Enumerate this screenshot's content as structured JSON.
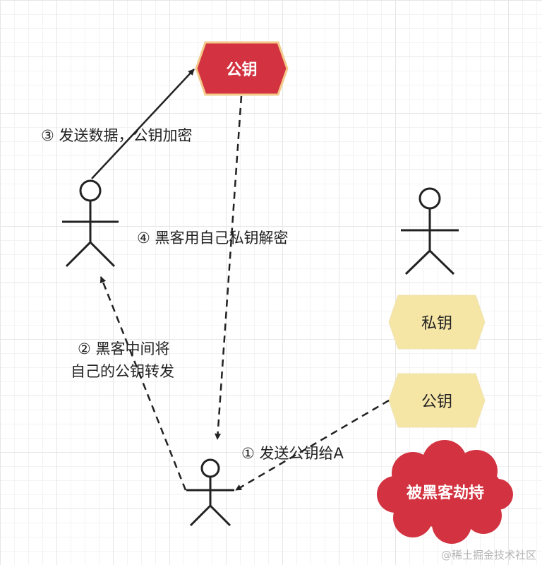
{
  "public_key_top": "公钥",
  "private_key": "私钥",
  "public_key_bottom": "公钥",
  "hijacked_badge": "被黑客劫持",
  "step3": "③ 发送数据，公钥加密",
  "step4": "④ 黑客用自己私钥解密",
  "step2_line1": "② 黑客中间将",
  "step2_line2": "自己的公钥转发",
  "step1": "① 发送公钥给A",
  "watermark": "@稀土掘金技术社区",
  "colors": {
    "red": "#d33340",
    "red_border": "#f3c98a",
    "yellow": "#f5e6a6",
    "line": "#222222"
  }
}
